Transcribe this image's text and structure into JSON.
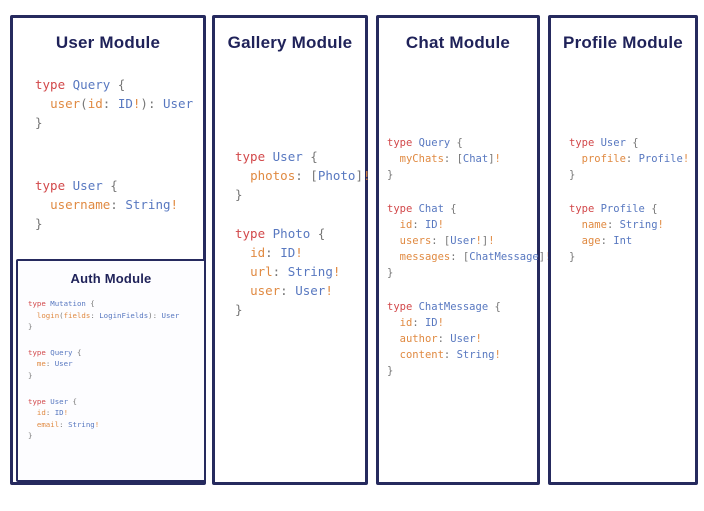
{
  "modules": [
    {
      "id": "user",
      "title": "User Module",
      "blocks": [
        {
          "lines": [
            [
              {
                "t": "type ",
                "c": "k"
              },
              {
                "t": "Query",
                "c": "t"
              },
              {
                "t": " {",
                "c": "p"
              }
            ],
            [
              {
                "t": "  ",
                "c": "p"
              },
              {
                "t": "user",
                "c": "f"
              },
              {
                "t": "(",
                "c": "p"
              },
              {
                "t": "id",
                "c": "f"
              },
              {
                "t": ": ",
                "c": "p"
              },
              {
                "t": "ID",
                "c": "t"
              },
              {
                "t": "!",
                "c": "b"
              },
              {
                "t": "): ",
                "c": "p"
              },
              {
                "t": "User",
                "c": "t"
              }
            ],
            [
              {
                "t": "}",
                "c": "p"
              }
            ]
          ]
        },
        {
          "lines": [
            [
              {
                "t": "type ",
                "c": "k"
              },
              {
                "t": "User",
                "c": "t"
              },
              {
                "t": " {",
                "c": "p"
              }
            ],
            [
              {
                "t": "  ",
                "c": "p"
              },
              {
                "t": "username",
                "c": "f"
              },
              {
                "t": ": ",
                "c": "p"
              },
              {
                "t": "String",
                "c": "t"
              },
              {
                "t": "!",
                "c": "b"
              }
            ],
            [
              {
                "t": "}",
                "c": "p"
              }
            ]
          ]
        }
      ],
      "nested": {
        "id": "auth",
        "title": "Auth Module",
        "blocks": [
          {
            "lines": [
              [
                {
                  "t": "type ",
                  "c": "k"
                },
                {
                  "t": "Mutation",
                  "c": "t"
                },
                {
                  "t": " {",
                  "c": "p"
                }
              ],
              [
                {
                  "t": "  ",
                  "c": "p"
                },
                {
                  "t": "login",
                  "c": "f"
                },
                {
                  "t": "(",
                  "c": "p"
                },
                {
                  "t": "fields",
                  "c": "f"
                },
                {
                  "t": ": ",
                  "c": "p"
                },
                {
                  "t": "LoginFields",
                  "c": "t"
                },
                {
                  "t": "): ",
                  "c": "p"
                },
                {
                  "t": "User",
                  "c": "t"
                }
              ],
              [
                {
                  "t": "}",
                  "c": "p"
                }
              ]
            ]
          },
          {
            "lines": [
              [
                {
                  "t": "type ",
                  "c": "k"
                },
                {
                  "t": "Query",
                  "c": "t"
                },
                {
                  "t": " {",
                  "c": "p"
                }
              ],
              [
                {
                  "t": "  ",
                  "c": "p"
                },
                {
                  "t": "me",
                  "c": "f"
                },
                {
                  "t": ": ",
                  "c": "p"
                },
                {
                  "t": "User",
                  "c": "t"
                }
              ],
              [
                {
                  "t": "}",
                  "c": "p"
                }
              ]
            ]
          },
          {
            "lines": [
              [
                {
                  "t": "type ",
                  "c": "k"
                },
                {
                  "t": "User",
                  "c": "t"
                },
                {
                  "t": " {",
                  "c": "p"
                }
              ],
              [
                {
                  "t": "  ",
                  "c": "p"
                },
                {
                  "t": "id",
                  "c": "f"
                },
                {
                  "t": ": ",
                  "c": "p"
                },
                {
                  "t": "ID",
                  "c": "t"
                },
                {
                  "t": "!",
                  "c": "b"
                }
              ],
              [
                {
                  "t": "  ",
                  "c": "p"
                },
                {
                  "t": "email",
                  "c": "f"
                },
                {
                  "t": ": ",
                  "c": "p"
                },
                {
                  "t": "String",
                  "c": "t"
                },
                {
                  "t": "!",
                  "c": "b"
                }
              ],
              [
                {
                  "t": "}",
                  "c": "p"
                }
              ]
            ]
          }
        ]
      }
    },
    {
      "id": "gallery",
      "title": "Gallery Module",
      "blocks": [
        {
          "lines": [
            [
              {
                "t": "type ",
                "c": "k"
              },
              {
                "t": "User",
                "c": "t"
              },
              {
                "t": " {",
                "c": "p"
              }
            ],
            [
              {
                "t": "  ",
                "c": "p"
              },
              {
                "t": "photos",
                "c": "f"
              },
              {
                "t": ": ",
                "c": "p"
              },
              {
                "t": "[",
                "c": "p"
              },
              {
                "t": "Photo",
                "c": "t"
              },
              {
                "t": "]",
                "c": "p"
              },
              {
                "t": "!",
                "c": "b"
              }
            ],
            [
              {
                "t": "}",
                "c": "p"
              }
            ]
          ]
        },
        {
          "lines": [
            [
              {
                "t": "type ",
                "c": "k"
              },
              {
                "t": "Photo",
                "c": "t"
              },
              {
                "t": " {",
                "c": "p"
              }
            ],
            [
              {
                "t": "  ",
                "c": "p"
              },
              {
                "t": "id",
                "c": "f"
              },
              {
                "t": ": ",
                "c": "p"
              },
              {
                "t": "ID",
                "c": "t"
              },
              {
                "t": "!",
                "c": "b"
              }
            ],
            [
              {
                "t": "  ",
                "c": "p"
              },
              {
                "t": "url",
                "c": "f"
              },
              {
                "t": ": ",
                "c": "p"
              },
              {
                "t": "String",
                "c": "t"
              },
              {
                "t": "!",
                "c": "b"
              }
            ],
            [
              {
                "t": "  ",
                "c": "p"
              },
              {
                "t": "user",
                "c": "f"
              },
              {
                "t": ": ",
                "c": "p"
              },
              {
                "t": "User",
                "c": "t"
              },
              {
                "t": "!",
                "c": "b"
              }
            ],
            [
              {
                "t": "}",
                "c": "p"
              }
            ]
          ]
        }
      ]
    },
    {
      "id": "chat",
      "title": "Chat Module",
      "blocks": [
        {
          "lines": [
            [
              {
                "t": "type ",
                "c": "k"
              },
              {
                "t": "Query",
                "c": "t"
              },
              {
                "t": " {",
                "c": "p"
              }
            ],
            [
              {
                "t": "  ",
                "c": "p"
              },
              {
                "t": "myChats",
                "c": "f"
              },
              {
                "t": ": ",
                "c": "p"
              },
              {
                "t": "[",
                "c": "p"
              },
              {
                "t": "Chat",
                "c": "t"
              },
              {
                "t": "]",
                "c": "p"
              },
              {
                "t": "!",
                "c": "b"
              }
            ],
            [
              {
                "t": "}",
                "c": "p"
              }
            ]
          ]
        },
        {
          "lines": [
            [
              {
                "t": "type ",
                "c": "k"
              },
              {
                "t": "Chat",
                "c": "t"
              },
              {
                "t": " {",
                "c": "p"
              }
            ],
            [
              {
                "t": "  ",
                "c": "p"
              },
              {
                "t": "id",
                "c": "f"
              },
              {
                "t": ": ",
                "c": "p"
              },
              {
                "t": "ID",
                "c": "t"
              },
              {
                "t": "!",
                "c": "b"
              }
            ],
            [
              {
                "t": "  ",
                "c": "p"
              },
              {
                "t": "users",
                "c": "f"
              },
              {
                "t": ": ",
                "c": "p"
              },
              {
                "t": "[",
                "c": "p"
              },
              {
                "t": "User",
                "c": "t"
              },
              {
                "t": "!",
                "c": "b"
              },
              {
                "t": "]",
                "c": "p"
              },
              {
                "t": "!",
                "c": "b"
              }
            ],
            [
              {
                "t": "  ",
                "c": "p"
              },
              {
                "t": "messages",
                "c": "f"
              },
              {
                "t": ": ",
                "c": "p"
              },
              {
                "t": "[",
                "c": "p"
              },
              {
                "t": "ChatMessage",
                "c": "t"
              },
              {
                "t": "]",
                "c": "p"
              },
              {
                "t": "!",
                "c": "b"
              }
            ],
            [
              {
                "t": "}",
                "c": "p"
              }
            ]
          ]
        },
        {
          "lines": [
            [
              {
                "t": "type ",
                "c": "k"
              },
              {
                "t": "ChatMessage",
                "c": "t"
              },
              {
                "t": " {",
                "c": "p"
              }
            ],
            [
              {
                "t": "  ",
                "c": "p"
              },
              {
                "t": "id",
                "c": "f"
              },
              {
                "t": ": ",
                "c": "p"
              },
              {
                "t": "ID",
                "c": "t"
              },
              {
                "t": "!",
                "c": "b"
              }
            ],
            [
              {
                "t": "  ",
                "c": "p"
              },
              {
                "t": "author",
                "c": "f"
              },
              {
                "t": ": ",
                "c": "p"
              },
              {
                "t": "User",
                "c": "t"
              },
              {
                "t": "!",
                "c": "b"
              }
            ],
            [
              {
                "t": "  ",
                "c": "p"
              },
              {
                "t": "content",
                "c": "f"
              },
              {
                "t": ": ",
                "c": "p"
              },
              {
                "t": "String",
                "c": "t"
              },
              {
                "t": "!",
                "c": "b"
              }
            ],
            [
              {
                "t": "}",
                "c": "p"
              }
            ]
          ]
        }
      ]
    },
    {
      "id": "profile",
      "title": "Profile Module",
      "blocks": [
        {
          "lines": [
            [
              {
                "t": "type ",
                "c": "k"
              },
              {
                "t": "User",
                "c": "t"
              },
              {
                "t": " {",
                "c": "p"
              }
            ],
            [
              {
                "t": "  ",
                "c": "p"
              },
              {
                "t": "profile",
                "c": "f"
              },
              {
                "t": ": ",
                "c": "p"
              },
              {
                "t": "Profile",
                "c": "t"
              },
              {
                "t": "!",
                "c": "b"
              }
            ],
            [
              {
                "t": "}",
                "c": "p"
              }
            ]
          ]
        },
        {
          "lines": [
            [
              {
                "t": "type ",
                "c": "k"
              },
              {
                "t": "Profile",
                "c": "t"
              },
              {
                "t": " {",
                "c": "p"
              }
            ],
            [
              {
                "t": "  ",
                "c": "p"
              },
              {
                "t": "name",
                "c": "f"
              },
              {
                "t": ": ",
                "c": "p"
              },
              {
                "t": "String",
                "c": "t"
              },
              {
                "t": "!",
                "c": "b"
              }
            ],
            [
              {
                "t": "  ",
                "c": "p"
              },
              {
                "t": "age",
                "c": "f"
              },
              {
                "t": ": ",
                "c": "p"
              },
              {
                "t": "Int",
                "c": "t"
              }
            ],
            [
              {
                "t": "}",
                "c": "p"
              }
            ]
          ]
        }
      ]
    }
  ],
  "colors": {
    "panel_border": "#262a5e",
    "title": "#1f2259",
    "keyword": "#d2484a",
    "type_name": "#5878c0",
    "field_name": "#e08a42",
    "punctuation": "#777777",
    "background": "#ffffff"
  }
}
